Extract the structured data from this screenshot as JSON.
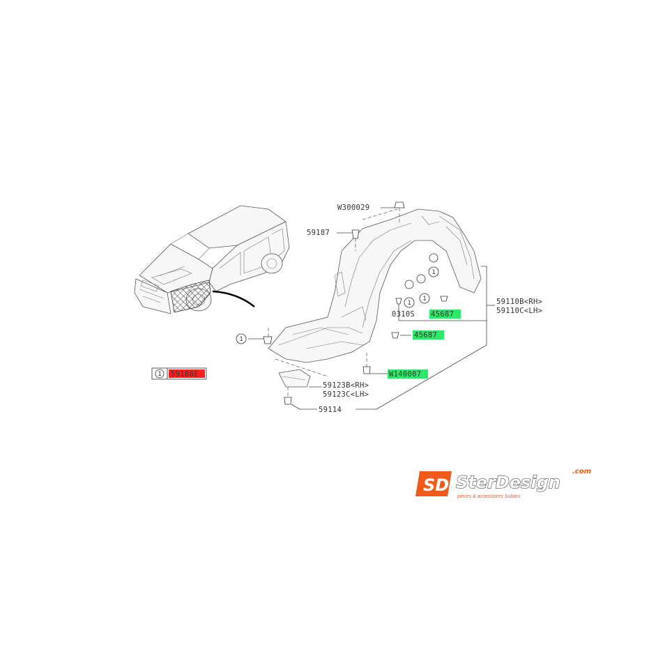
{
  "parts": {
    "w300029": "W300029",
    "p59187": "59187",
    "p59110b": "59110B<RH>",
    "p59110c": "59110C<LH>",
    "p45687_top": "45687",
    "p0310s": "0310S",
    "p45687_mid": "45687",
    "w140007": "W140007",
    "p59123b": "59123B<RH>",
    "p59123c": "59123C<LH>",
    "p59114": "59114",
    "ref_num": "1",
    "legend_ref": "1",
    "legend_part": "59188E"
  },
  "logo": {
    "domain": ".com",
    "brand": "SterDesign",
    "tagline": "pièces & accessoires Subaru",
    "mark": "SD"
  },
  "colors": {
    "highlight_green": "#2ee86a",
    "highlight_red": "#ff1f1f",
    "logo_orange": "#f05a1a"
  }
}
